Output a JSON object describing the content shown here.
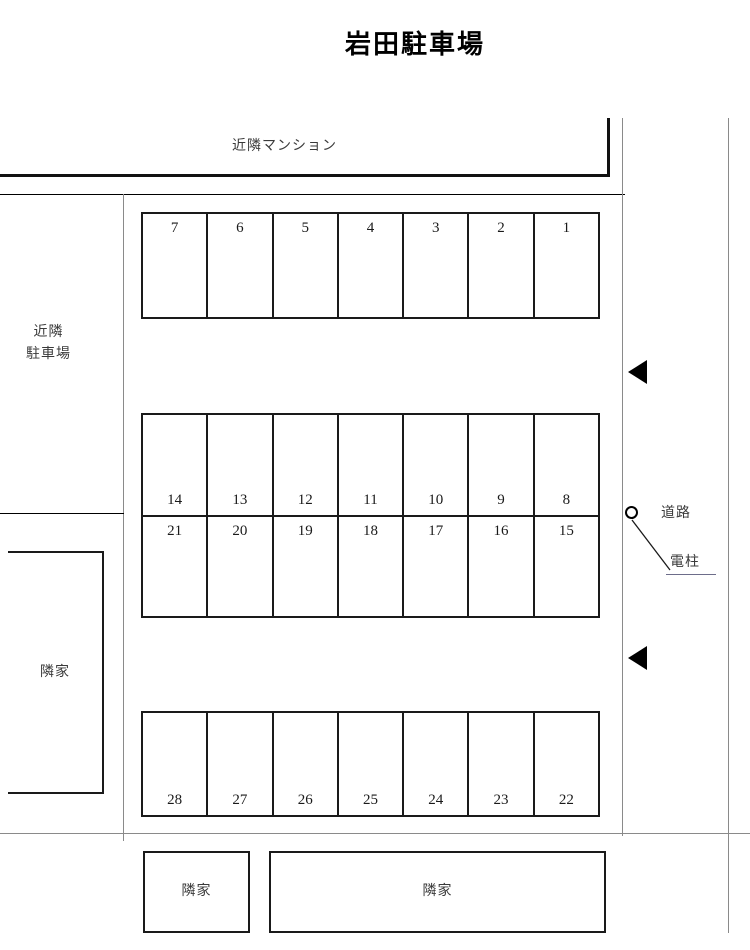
{
  "title": "岩田駐車場",
  "labels": {
    "neighbor_mansion": "近隣マンション",
    "neighbor_parking": "近隣\n駐車場",
    "neighbor_house_left": "隣家",
    "neighbor_house_bottom_small": "隣家",
    "neighbor_house_bottom_large": "隣家",
    "road": "道路",
    "utility_pole": "電柱"
  },
  "parking": {
    "row_top": {
      "number_position": "top",
      "stalls": [
        "7",
        "6",
        "5",
        "4",
        "3",
        "2",
        "1"
      ]
    },
    "row_middle_upper": {
      "number_position": "bottom",
      "stalls": [
        "14",
        "13",
        "12",
        "11",
        "10",
        "9",
        "8"
      ]
    },
    "row_middle_lower": {
      "number_position": "top",
      "stalls": [
        "21",
        "20",
        "19",
        "18",
        "17",
        "16",
        "15"
      ]
    },
    "row_bottom": {
      "number_position": "bottom",
      "stalls": [
        "28",
        "27",
        "26",
        "25",
        "24",
        "23",
        "22"
      ]
    }
  },
  "markers": {
    "arrow_upper": "entrance-arrow-left",
    "arrow_lower": "entrance-arrow-left",
    "pole_marker": "utility-pole-circle"
  },
  "colors": {
    "line": "#1a1a1a",
    "line_light": "#8a8a8a",
    "text": "#1a1a1a",
    "label_text": "#3a3a3a",
    "background": "#ffffff"
  }
}
